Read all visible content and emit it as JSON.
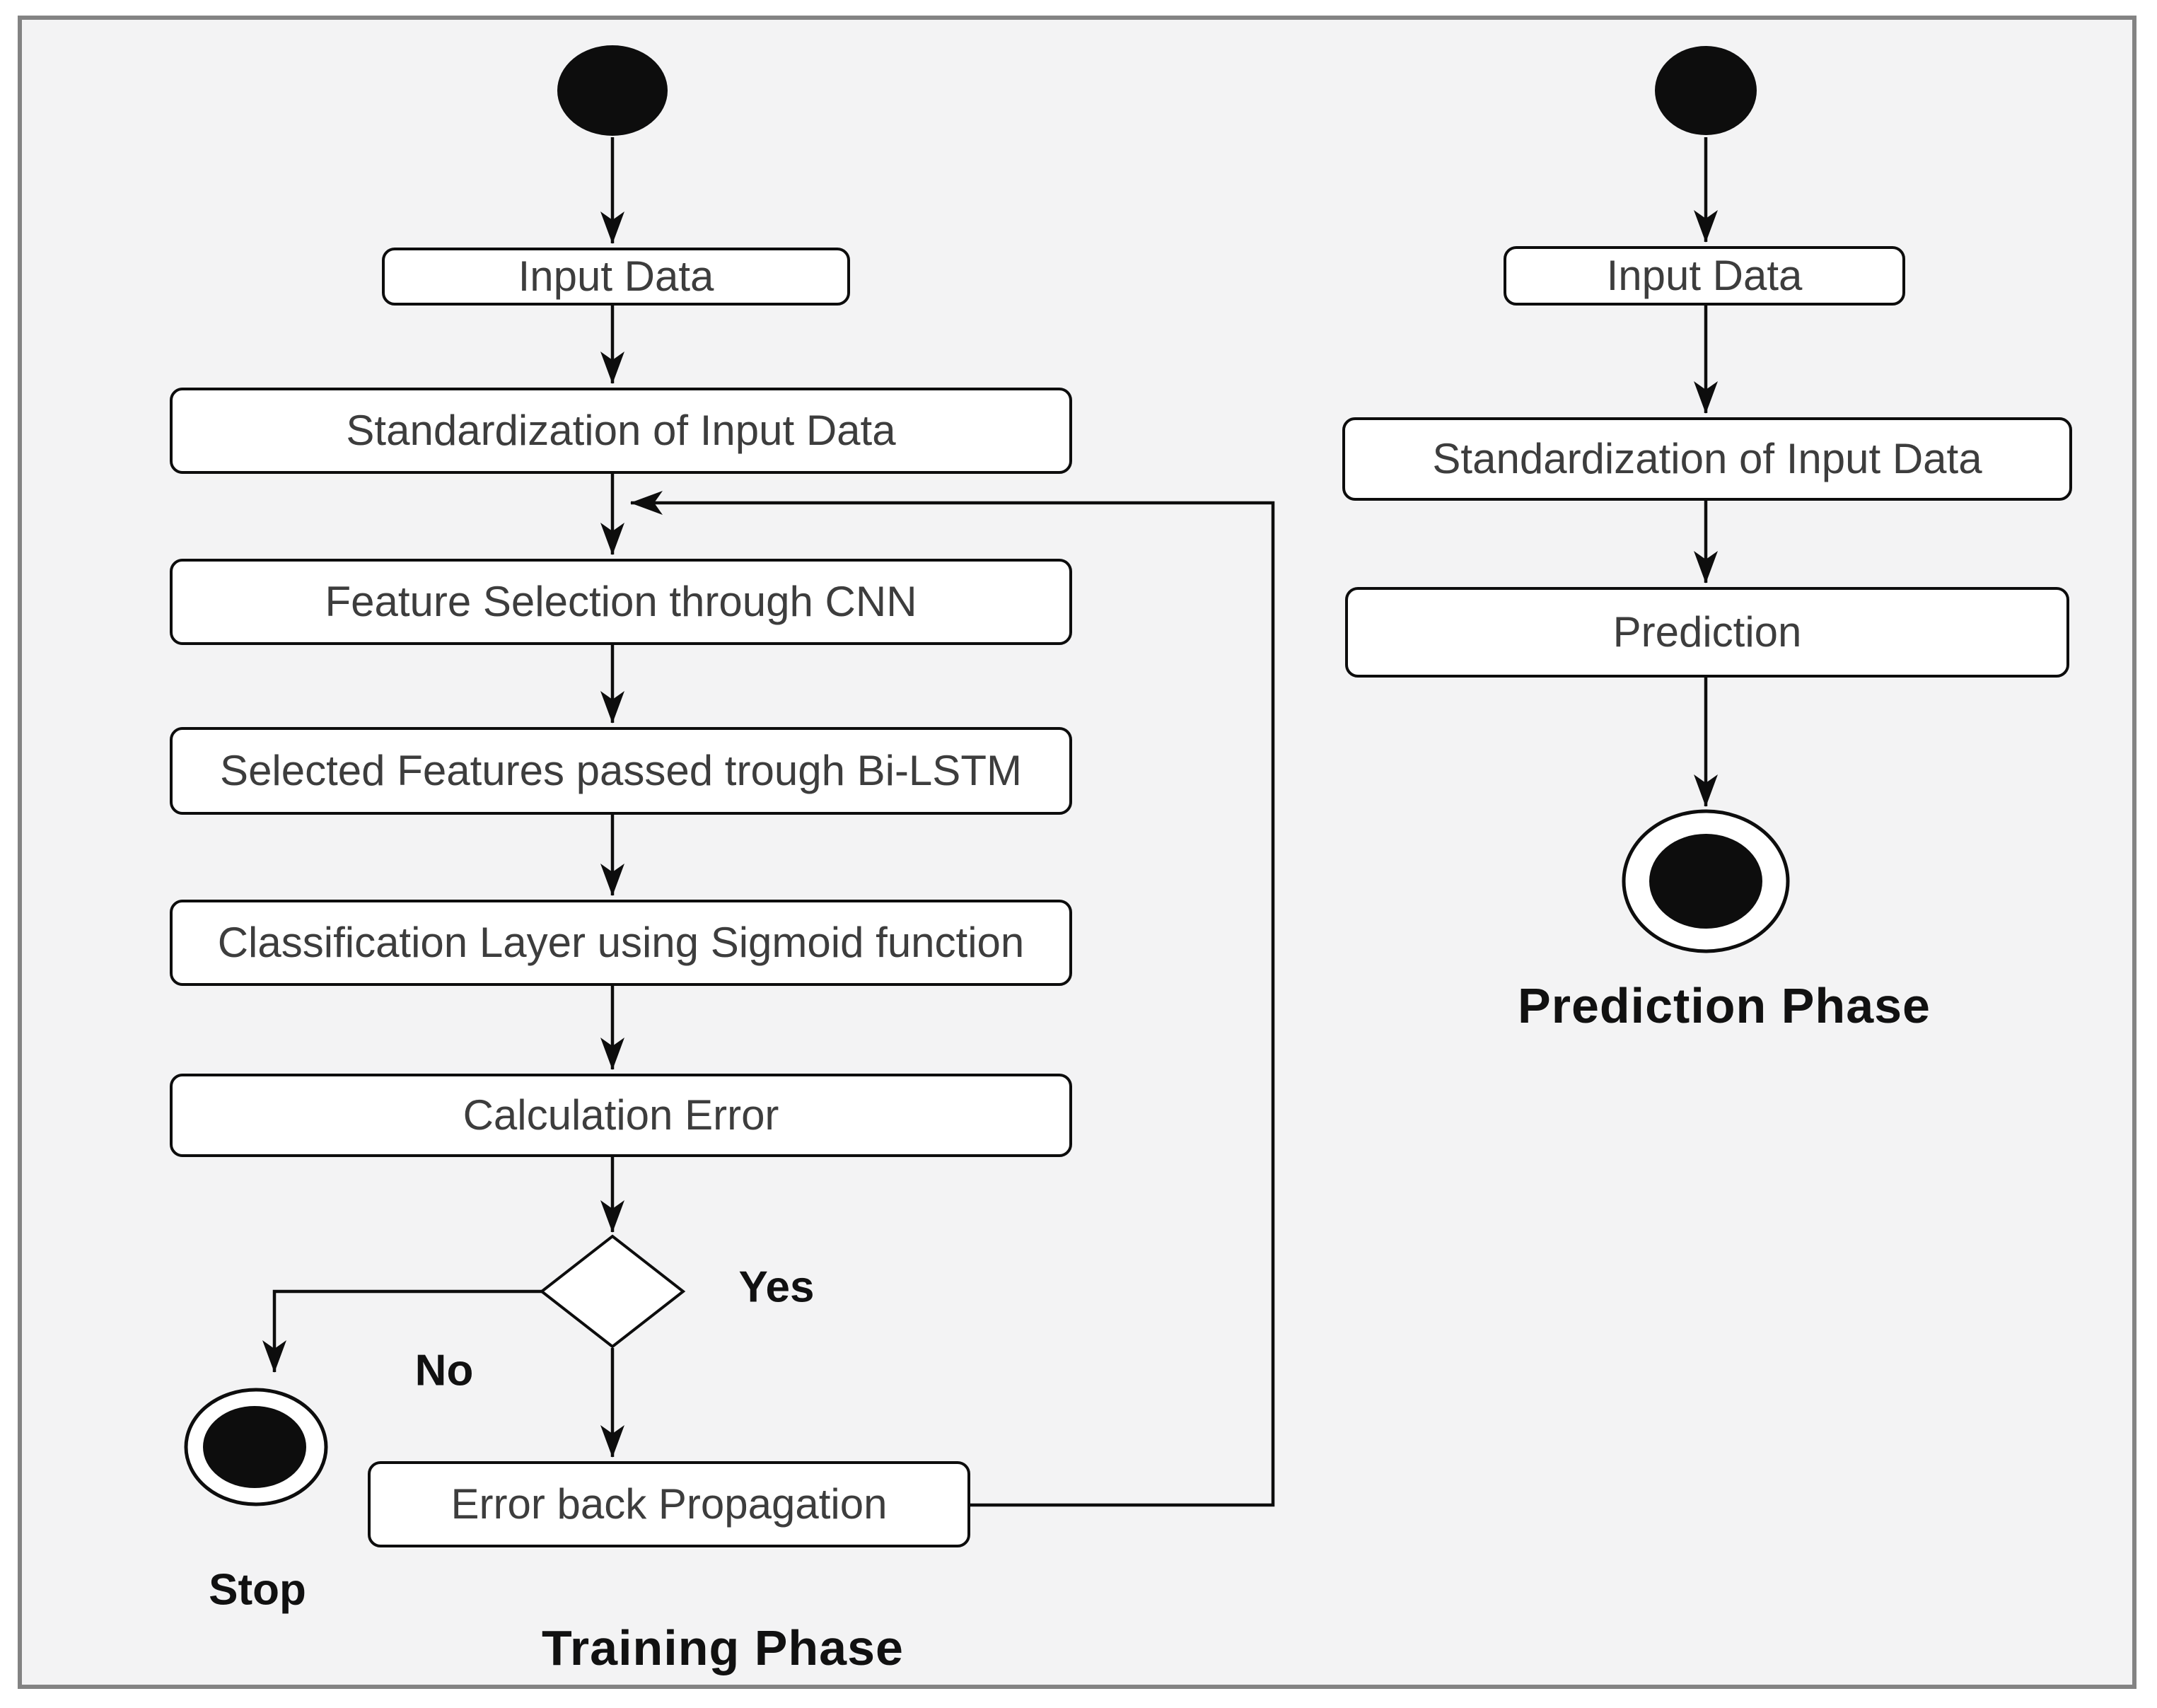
{
  "training": {
    "nodes": {
      "input": "Input Data",
      "standardization": "Standardization of Input Data",
      "feature_selection": "Feature Selection through CNN",
      "bilstm": "Selected Features passed trough Bi-LSTM",
      "classification": "Classification Layer using Sigmoid function",
      "calculation_error": "Calculation Error",
      "error_backprop": "Error back Propagation"
    },
    "decision_yes": "Yes",
    "decision_no": "No",
    "stop": "Stop",
    "phase": "Training Phase"
  },
  "prediction": {
    "nodes": {
      "input": "Input Data",
      "standardization": "Standardization of Input Data",
      "prediction": "Prediction"
    },
    "phase": "Prediction Phase"
  },
  "colors": {
    "canvas_background": "#f3f3f4",
    "frame_border": "#838383",
    "node_fill": "#ffffff",
    "node_border": "#0d0d0d",
    "connector": "#0d0d0d",
    "node_text": "#3d3d3d",
    "label_text": "#111111"
  }
}
